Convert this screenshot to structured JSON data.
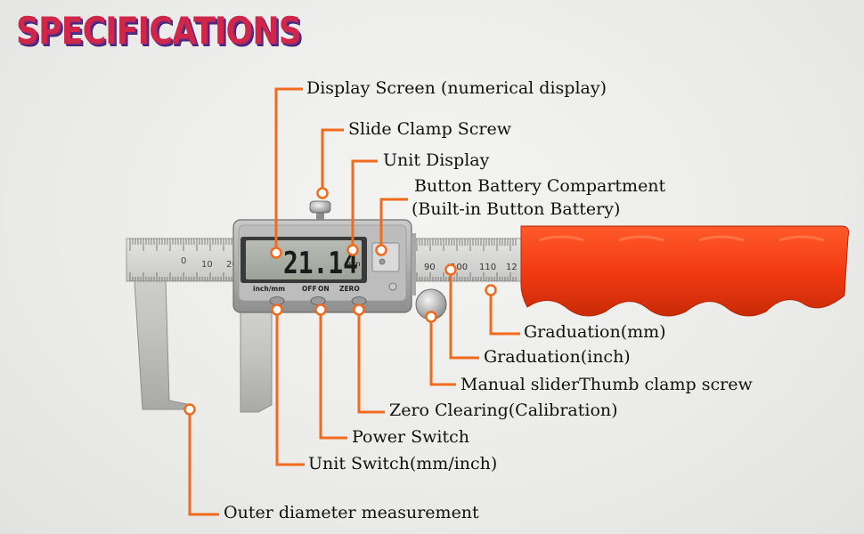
{
  "title": "SPECIFICATIONS",
  "caliper": {
    "lcd_reading": "21.14",
    "lcd_unit": "mm",
    "button_labels": [
      "inch/mm",
      "OFF",
      "ON",
      "ZERO"
    ],
    "scale_top_numbers": [
      "0",
      "10",
      "20"
    ],
    "scale_main_numbers": [
      "90",
      "100",
      "110",
      "12"
    ]
  },
  "labels": {
    "display_screen": "Display Screen (numerical display)",
    "slide_clamp_screw": "Slide Clamp Screw",
    "unit_display": "Unit Display",
    "battery_line1": "Button Battery Compartment",
    "battery_line2": "(Built-in Button Battery)",
    "graduation_mm": "Graduation(mm)",
    "graduation_inch": "Graduation(inch)",
    "manual_slider": "Manual sliderThumb clamp screw",
    "zero_clearing": "Zero Clearing(Calibration)",
    "power_switch": "Power Switch",
    "unit_switch": "Unit Switch(mm/inch)",
    "outer_diameter": "Outer diameter measurement"
  },
  "colors": {
    "accent": "#f26a1b",
    "handle": "#f23a12",
    "title": "#d0264a",
    "title_shadow": "#5a2d8a"
  }
}
